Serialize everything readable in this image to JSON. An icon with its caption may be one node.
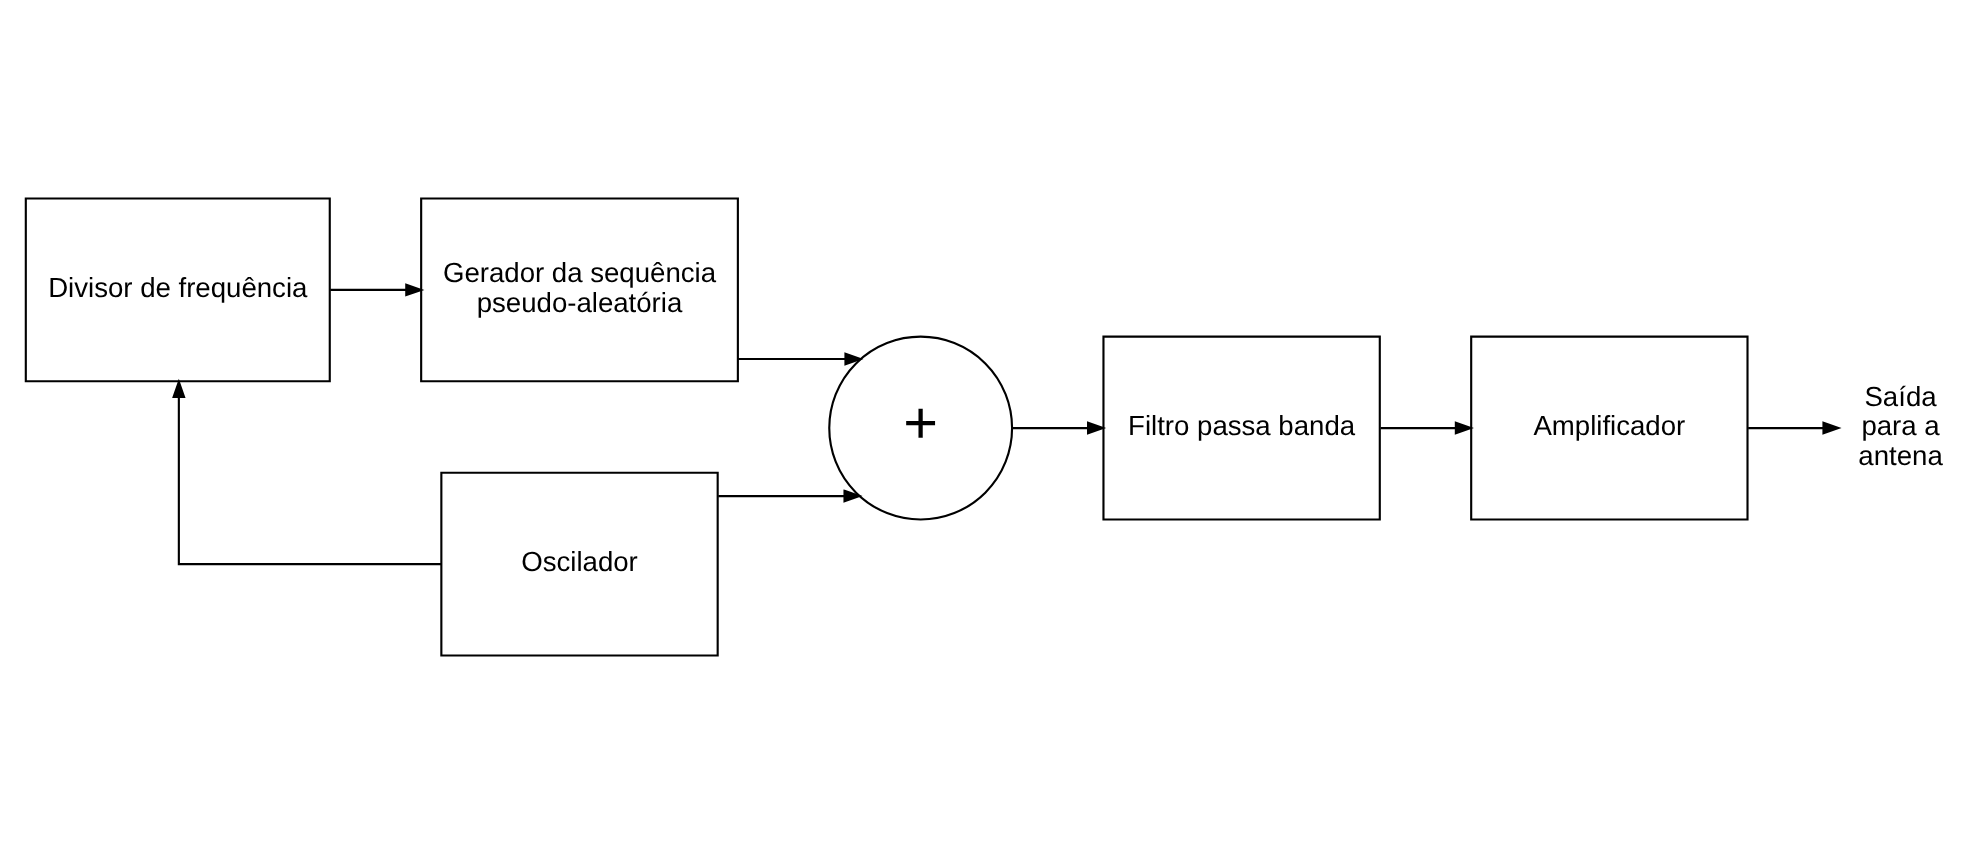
{
  "diagram": {
    "nodes": [
      {
        "text": [
          "Gerador da sequência pseudo-aleatória"
        ]
      },
      {
        "text": [
          "Divisor de frequência"
        ]
      },
      {
        "text": [
          "Oscilador"
        ]
      },
      {
        "text": [
          "+"
        ]
      },
      {
        "text": [
          "Filtro passa banda"
        ]
      },
      {
        "text": [
          "Amplificador"
        ]
      },
      {
        "text": [
          "Saída para a antena"
        ]
      }
    ],
    "edges": [
      {
        "from": 1,
        "to": 0,
        "arrow": "to"
      },
      {
        "from": 0,
        "to": 3,
        "arrow": "to"
      },
      {
        "from": 2,
        "to": 1,
        "arrow": "to"
      },
      {
        "from": 2,
        "to": 3,
        "arrow": "to"
      },
      {
        "from": 3,
        "to": 4,
        "arrow": "to"
      },
      {
        "from": 4,
        "to": 5,
        "arrow": "to"
      },
      {
        "from": 5,
        "to": 6,
        "arrow": "to"
      }
    ]
  }
}
